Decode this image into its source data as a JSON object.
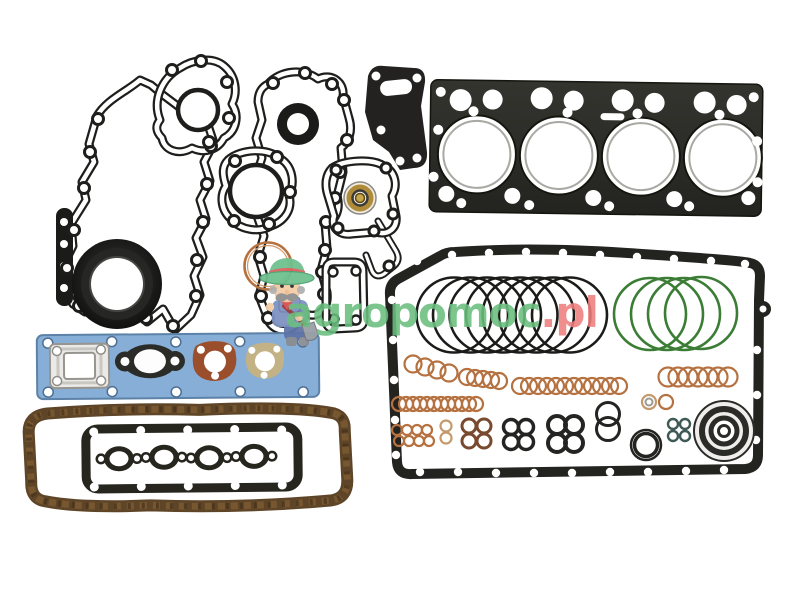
{
  "photo": {
    "type": "product-photo",
    "subject": "complete engine full gasket set laid out on white background",
    "background_color": "#ffffff"
  },
  "watermark": {
    "brand_green": "agropomoc",
    "brand_red": ".pl",
    "mascot": "farmer-mascot with green hat, grey mustache and blue overalls"
  },
  "parts": {
    "timing_cover_gasket_set": {
      "pieces": "overlapping paper gaskets with bolt holes"
    },
    "cylinder_head_gasket": {
      "bore_count": 4
    },
    "crankshaft_seal": {
      "shape": "thick black ring"
    },
    "small_black_seal_ring": {
      "shape": "black donut"
    },
    "bronze_hub_gasket": {
      "hub": "bronze metal insert"
    },
    "oil_pan_gasket": {
      "shape": "large black outline with bolt holes"
    },
    "piston_rings": {
      "count": 8
    },
    "liner_orings_green": {
      "count": 4
    },
    "copper_washer_rows": {
      "rows": 6
    },
    "rubber_oring_clusters": {
      "clusters": 6
    },
    "concentric_seal": {
      "rings": 4
    },
    "manifold_gasket_blue": {
      "holes": 10
    },
    "turbo_metal_gasket": {
      "corner_holes": 4
    },
    "oval_port_gasket_black": {
      "count": 1
    },
    "brown_port_gasket": {
      "count": 1
    },
    "khaki_port_gasket": {
      "count": 1
    },
    "cork_valve_cover_gasket": {
      "material": "cork"
    },
    "rocker_cover_gasket_black": {
      "port_gaskets": 4
    }
  },
  "colors": {
    "wm-green": "#6abf7f",
    "wm-red": "#ee7f7f",
    "gasket-dark": "#23231f",
    "head-gasket-body": "#2d2d29",
    "green-oring": "#3c7d36",
    "copper": "#b5713f",
    "copper-dark": "#7a4a2f",
    "tan-ring": "#c49a6c",
    "dark-teal": "#3d5a55",
    "blue-gasket": "#87aed6",
    "blue-gasket-edge": "#5d82a8",
    "metal-gasket": "#eceae6",
    "brown-gasket": "#9a4e2b",
    "khaki-gasket": "#c3b285",
    "cork": "#5f4527",
    "cork-light": "#7b5a33",
    "seal-black": "#171715",
    "bronze-hub": "#b08c3a",
    "hat-green": "#6fc08f",
    "band-red": "#e05f5f",
    "overall-blue": "#7e92c2",
    "skin": "#f4cda8"
  }
}
